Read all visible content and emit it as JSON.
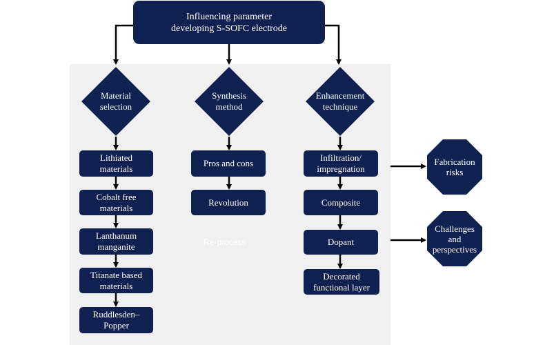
{
  "root": {
    "label": "Influencing parameter\ndeveloping S-SOFC electrode"
  },
  "categories": [
    {
      "label": "Material\nselection",
      "items": [
        "Lithiated\nmaterials",
        "Cobalt free\nmaterials",
        "Lanthanum\nmanganite",
        "Titanate based\nmaterials",
        "Ruddlesden–\nPopper"
      ]
    },
    {
      "label": "Synthesis\nmethod",
      "items": [
        "Pros and cons",
        "Revolution"
      ]
    },
    {
      "label": "Enhancement\ntechnique",
      "items": [
        "Infiltration/\nimpregnation",
        "Composite",
        "Dopant",
        "Decorated\nfunctional layer"
      ]
    }
  ],
  "outcomes": [
    {
      "label": "Fabrication\nrisks"
    },
    {
      "label": "Challenges\nand\nperspectives"
    }
  ],
  "watermark": "Re-process",
  "colors": {
    "node_fill": "#0f2150",
    "arrow": "#000000",
    "panel": "#f0f0f0",
    "text": "#ffffff"
  }
}
